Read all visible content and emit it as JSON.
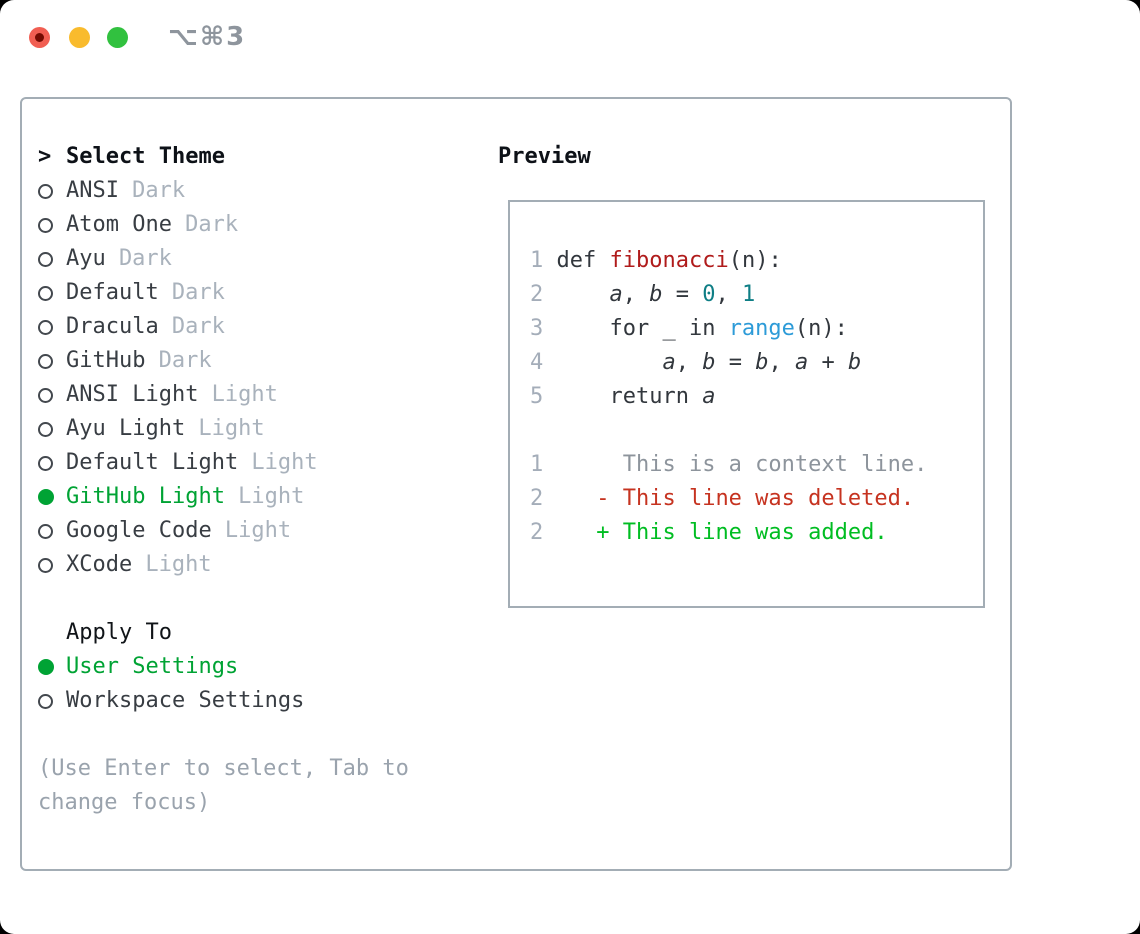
{
  "window": {
    "shortcut": "⌥⌘3",
    "traffic_lights": [
      {
        "name": "close",
        "color": "#f15e52",
        "has_unsaved_dot": true
      },
      {
        "name": "minimize",
        "color": "#f9bb2d",
        "has_unsaved_dot": false
      },
      {
        "name": "zoom",
        "color": "#31c13f",
        "has_unsaved_dot": false
      }
    ]
  },
  "theme_panel": {
    "header": {
      "prefix": ">",
      "label": "Select Theme"
    },
    "themes": [
      {
        "name": "ANSI",
        "variant": "Dark",
        "selected": false
      },
      {
        "name": "Atom One",
        "variant": "Dark",
        "selected": false
      },
      {
        "name": "Ayu",
        "variant": "Dark",
        "selected": false
      },
      {
        "name": "Default",
        "variant": "Dark",
        "selected": false
      },
      {
        "name": "Dracula",
        "variant": "Dark",
        "selected": false
      },
      {
        "name": "GitHub",
        "variant": "Dark",
        "selected": false
      },
      {
        "name": "ANSI Light",
        "variant": "Light",
        "selected": false
      },
      {
        "name": "Ayu Light",
        "variant": "Light",
        "selected": false
      },
      {
        "name": "Default Light",
        "variant": "Light",
        "selected": false
      },
      {
        "name": "GitHub Light",
        "variant": "Light",
        "selected": true
      },
      {
        "name": "Google Code",
        "variant": "Light",
        "selected": false
      },
      {
        "name": "XCode",
        "variant": "Light",
        "selected": false
      }
    ],
    "apply_to": {
      "label": "Apply To",
      "options": [
        {
          "name": "User Settings",
          "selected": true
        },
        {
          "name": "Workspace Settings",
          "selected": false
        }
      ]
    },
    "hint": "(Use Enter to select, Tab to change focus)"
  },
  "preview": {
    "title": "Preview",
    "lines": [
      {
        "num": "1",
        "tokens": [
          [
            "def ",
            "code"
          ],
          [
            "fibonacci",
            "func"
          ],
          [
            "(n):",
            "code"
          ]
        ]
      },
      {
        "num": "2",
        "tokens": [
          [
            "    ",
            "code"
          ],
          [
            "a",
            "var"
          ],
          [
            ", ",
            "code"
          ],
          [
            "b",
            "var"
          ],
          [
            " = ",
            "code"
          ],
          [
            "0",
            "num"
          ],
          [
            ", ",
            "code"
          ],
          [
            "1",
            "num"
          ]
        ]
      },
      {
        "num": "3",
        "tokens": [
          [
            "    for _ in ",
            "code"
          ],
          [
            "range",
            "builtin"
          ],
          [
            "(n):",
            "code"
          ]
        ]
      },
      {
        "num": "4",
        "tokens": [
          [
            "        ",
            "code"
          ],
          [
            "a",
            "var"
          ],
          [
            ", ",
            "code"
          ],
          [
            "b",
            "var"
          ],
          [
            " = ",
            "code"
          ],
          [
            "b",
            "var"
          ],
          [
            ", ",
            "code"
          ],
          [
            "a",
            "var"
          ],
          [
            " + ",
            "code"
          ],
          [
            "b",
            "var"
          ]
        ]
      },
      {
        "num": "5",
        "tokens": [
          [
            "    return ",
            "code"
          ],
          [
            "a",
            "var"
          ]
        ]
      },
      {
        "blank": true
      },
      {
        "num": "1",
        "tokens": [
          [
            "     This is a context line.",
            "context"
          ]
        ]
      },
      {
        "num": "2",
        "tokens": [
          [
            "   - This line was deleted.",
            "deleted"
          ]
        ]
      },
      {
        "num": "2",
        "tokens": [
          [
            "   + This line was added.",
            "added"
          ]
        ]
      }
    ]
  },
  "colors": {
    "accent_green": "#00a334",
    "variant_suffix_gray": "#a9b2bc",
    "hint_gray": "#9aa3ad",
    "line_number_gray": "#a4adb9",
    "code_text": "#32373d",
    "function_red": "#b01b1b",
    "number_teal": "#0e7e85",
    "builtin_blue": "#2d9bd8",
    "context_gray": "#8d949c",
    "deleted_red": "#c63320",
    "added_green": "#00bd22",
    "panel_border_gray": "#a3adb5"
  }
}
